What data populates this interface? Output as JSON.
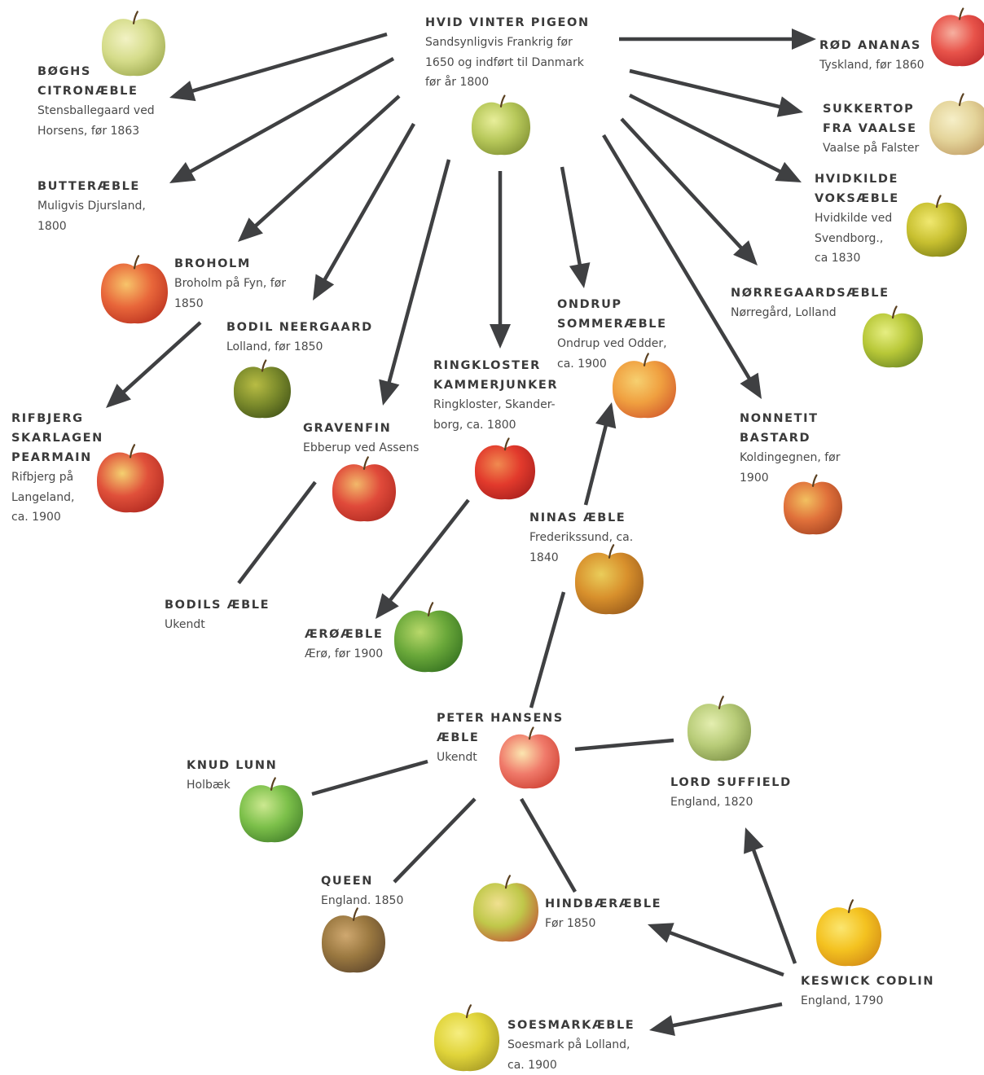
{
  "colors": {
    "arrow": "#3f4042",
    "text": "#3a3a3a"
  },
  "varieties": {
    "hvid_vinter_pigeon": {
      "name": "HVID VINTER PIGEON",
      "desc": "Sandsynligvis Frankrig før\n1650 og indført til Danmark\nfør år 1800"
    },
    "boghs_citronaeble": {
      "name": "BØGHS\nCITRONÆBLE",
      "desc": "Stensballegaard ved\nHorsens, før 1863"
    },
    "butteraeble": {
      "name": "BUTTERÆBLE",
      "desc": "Muligvis Djursland,\n1800"
    },
    "broholm": {
      "name": "BROHOLM",
      "desc": "Broholm på Fyn, før\n1850"
    },
    "bodil_neergaard": {
      "name": "BODIL NEERGAARD",
      "desc": "Lolland, før 1850"
    },
    "rifbjerg": {
      "name": "RIFBJERG\nSKARLAGEN\nPEARMAIN",
      "desc": "Rifbjerg på\nLangeland,\nca. 1900"
    },
    "gravenfin": {
      "name": "GRAVENFIN",
      "desc": "Ebberup ved Assens"
    },
    "bodils_aeble": {
      "name": "BODILS ÆBLE",
      "desc": "Ukendt"
    },
    "ringkloster": {
      "name": "RINGKLOSTER\nKAMMERJUNKER",
      "desc": "Ringkloster, Skander-\nborg, ca. 1800"
    },
    "aeroaeble": {
      "name": "ÆRØÆBLE",
      "desc": "Ærø, før 1900"
    },
    "ondrup": {
      "name": "ONDRUP\nSOMMERÆBLE",
      "desc": "Ondrup ved Odder,\nca. 1900"
    },
    "ninas_aeble": {
      "name": "NINAS ÆBLE",
      "desc": "Frederikssund, ca.\n1840"
    },
    "rod_ananas": {
      "name": "RØD ANANAS",
      "desc": "Tyskland, før 1860"
    },
    "sukkertop": {
      "name": "SUKKERTOP\nFRA VAALSE",
      "desc": "Vaalse på Falster"
    },
    "hvidkilde": {
      "name": "HVIDKILDE\nVOKSÆBLE",
      "desc": "Hvidkilde ved\nSvendborg.,\nca 1830"
    },
    "norregaardsaeble": {
      "name": "NØRREGAARDSÆBLE",
      "desc": "Nørregård, Lolland"
    },
    "nonnetit": {
      "name": "NONNETIT\nBASTARD",
      "desc": "Koldingegnen, før\n1900"
    },
    "peter_hansens": {
      "name": "PETER HANSENS\nÆBLE",
      "desc": "Ukendt"
    },
    "knud_lunn": {
      "name": "KNUD LUNN",
      "desc": "Holbæk"
    },
    "lord_suffield": {
      "name": "LORD SUFFIELD",
      "desc": "England, 1820"
    },
    "queen": {
      "name": "QUEEN",
      "desc": "England. 1850"
    },
    "hindbaeraeble": {
      "name": "HINDBÆRÆBLE",
      "desc": "Før 1850"
    },
    "keswick_codlin": {
      "name": "KESWICK CODLIN",
      "desc": "England, 1790"
    },
    "soesmarkaeble": {
      "name": "SOESMARKÆBLE",
      "desc": "Soesmark på Lolland,\nca. 1900"
    }
  }
}
